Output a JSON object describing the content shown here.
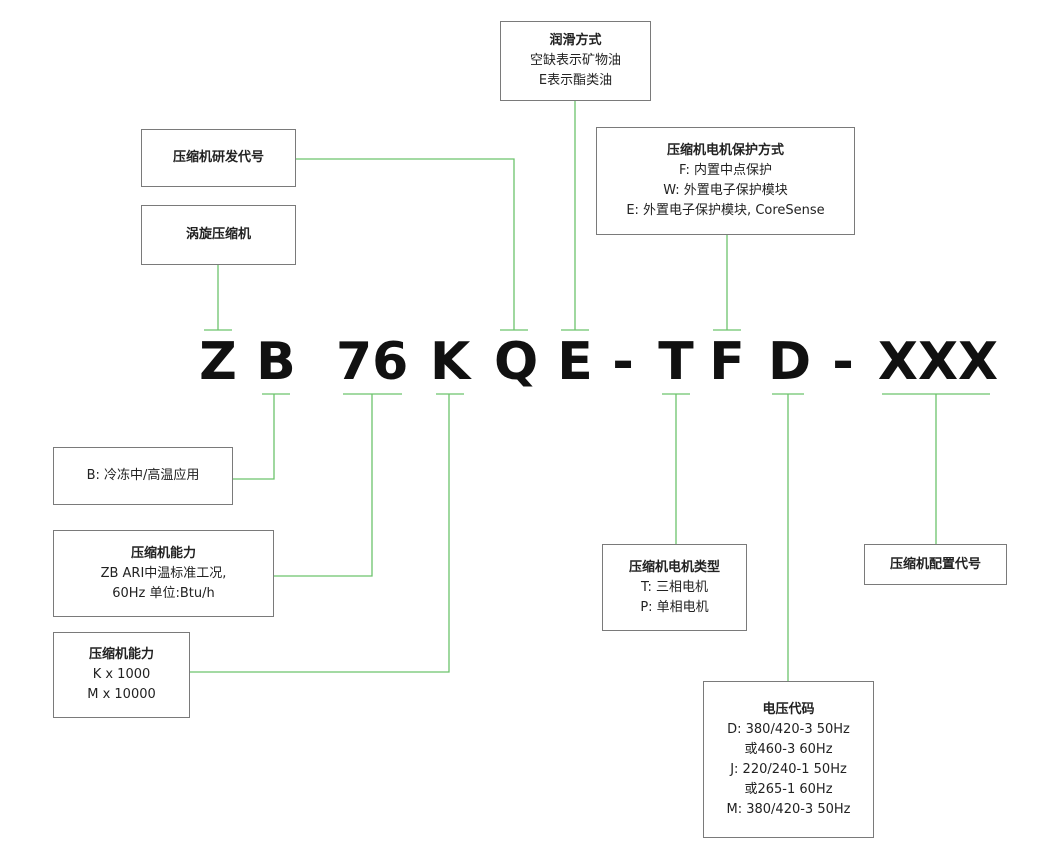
{
  "code": {
    "z": "Z",
    "b": "B",
    "capacity": "76",
    "k": "K",
    "q": "Q",
    "e": "E",
    "dash1": "-",
    "t": "T",
    "f": "F",
    "d": "D",
    "dash2": "-",
    "xxx": "XXX"
  },
  "boxes": {
    "lubrication": {
      "title": "润滑方式",
      "lines": [
        "空缺表示矿物油",
        "E表示酯类油"
      ]
    },
    "dev_code": {
      "title": "压缩机研发代号"
    },
    "scroll": {
      "title": "涡旋压缩机"
    },
    "motor_protection": {
      "title": "压缩机电机保护方式",
      "lines": [
        "F: 内置中点保护",
        "W: 外置电子保护模块",
        "E: 外置电子保护模块, CoreSense"
      ]
    },
    "application": {
      "text": "B: 冷冻中/高温应用"
    },
    "capacity": {
      "title": "压缩机能力",
      "lines": [
        "ZB ARI中温标准工况,",
        "60Hz 单位:Btu/h"
      ]
    },
    "multiplier": {
      "title": "压缩机能力",
      "lines": [
        "K x 1000",
        "M x 10000"
      ]
    },
    "motor_type": {
      "title": "压缩机电机类型",
      "lines": [
        "T: 三相电机",
        "P: 单相电机"
      ]
    },
    "config": {
      "title": "压缩机配置代号"
    },
    "voltage": {
      "title": "电压代码",
      "lines": [
        "D: 380/420-3 50Hz",
        "或460-3 60Hz",
        "J: 220/240-1 50Hz",
        "或265-1 60Hz",
        "M: 380/420-3 50Hz"
      ]
    }
  },
  "colors": {
    "connector": "#6cc36c",
    "border": "#7a7a7a",
    "text": "#111111"
  }
}
